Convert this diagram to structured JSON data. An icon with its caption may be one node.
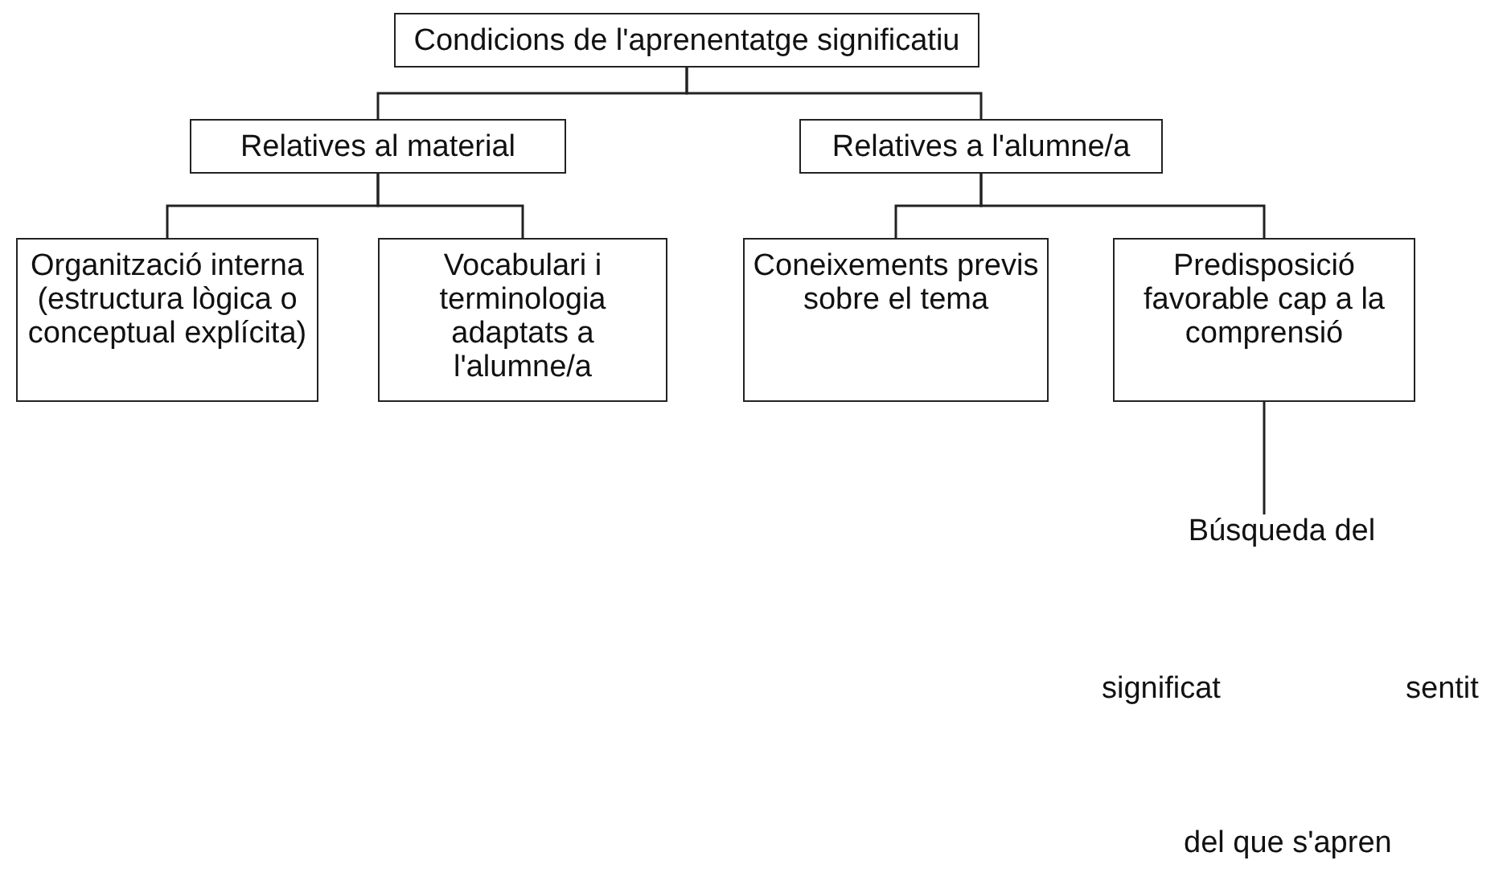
{
  "diagram": {
    "nodes": [
      {
        "text": [
          "Condicions de l'aprenentatge significatiu"
        ]
      },
      {
        "text": [
          "Relatives al material"
        ]
      },
      {
        "text": [
          "Relatives a l'alumne/a"
        ]
      },
      {
        "text": [
          "Organització interna (estructura lògica o conceptual explícita)"
        ]
      },
      {
        "text": [
          "Vocabulari i terminologia adaptats a l'alumne/a"
        ]
      },
      {
        "text": [
          "Coneixements previs sobre el tema"
        ]
      },
      {
        "text": [
          "Predisposició favorable cap a la comprensió"
        ]
      },
      {
        "text": [
          "Búsqueda del"
        ]
      }
    ],
    "edges": [
      {
        "from": 0,
        "to": 1,
        "arrow": "none"
      },
      {
        "from": 0,
        "to": 2,
        "arrow": "none"
      },
      {
        "from": 1,
        "to": 3,
        "arrow": "none"
      },
      {
        "from": 1,
        "to": 4,
        "arrow": "none"
      },
      {
        "from": 2,
        "to": 5,
        "arrow": "none"
      },
      {
        "from": 2,
        "to": 6,
        "arrow": "none"
      },
      {
        "from": 6,
        "to": 7,
        "arrow": "none"
      }
    ],
    "labels": [
      "significat",
      "sentit",
      "del que s'apren"
    ]
  }
}
